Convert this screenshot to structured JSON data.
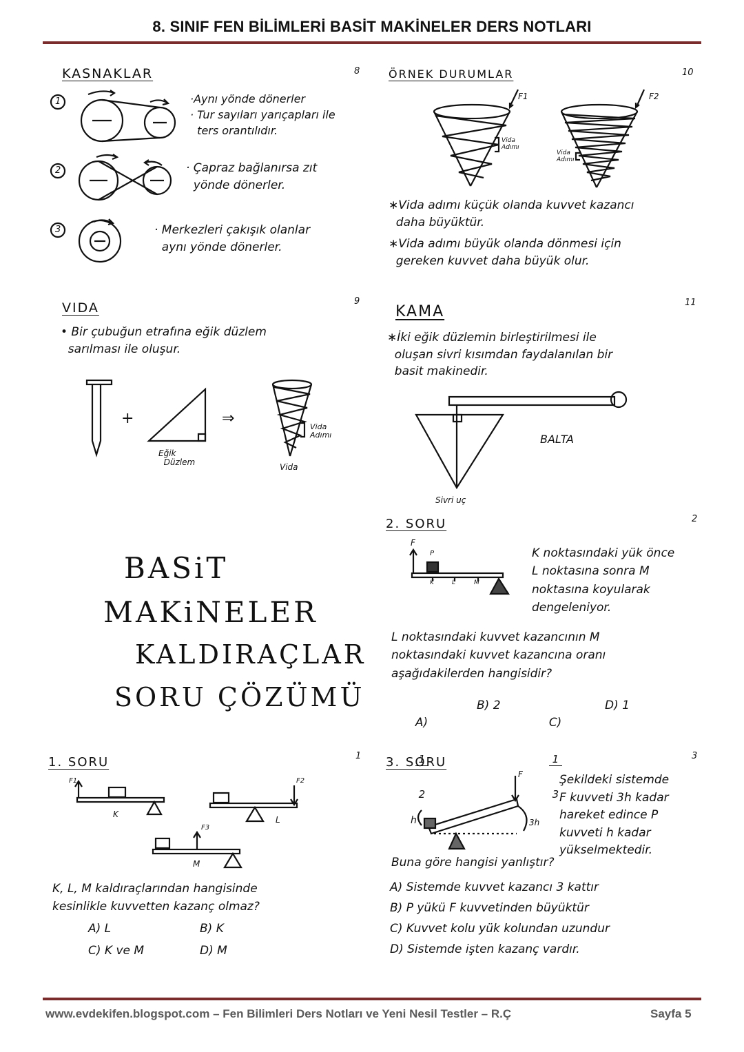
{
  "header": {
    "title": "8. SINIF FEN BİLİMLERİ BASİT MAKİNELER DERS NOTLARI"
  },
  "footer": {
    "left": "www.evdekifen.blogspot.com – Fen Bilimleri Ders Notları ve Yeni Nesil Testler – R.Ç",
    "right": "Sayfa 5"
  },
  "kasnaklar": {
    "title": "KASNAKLAR",
    "num": "8",
    "n1": "1",
    "n2": "2",
    "n3": "3",
    "t1": "·Aynı yönde dönerler\n· Tur sayıları yarıçapları ile\n  ters orantılıdır.",
    "t2": "· Çapraz bağlanırsa zıt\n  yönde dönerler.",
    "t3": "· Merkezleri çakışık olanlar\n  aynı yönde dönerler."
  },
  "ornek": {
    "title": "ÖRNEK DURUMLAR",
    "num": "10",
    "f1": "F1",
    "f2": "F2",
    "vida1": "Vida\nAdımı",
    "vida2": "Vida\nAdımı",
    "t1": "∗Vida adımı küçük olanda kuvvet kazancı\n  daha büyüktür.",
    "t2": "∗Vida adımı büyük olanda dönmesi için\n  gereken kuvvet daha büyük olur."
  },
  "vida": {
    "title": "VIDA",
    "num": "9",
    "text": "• Bir çubuğun etrafına eğik düzlem\n  sarılması ile oluşur.",
    "plus": "+",
    "arrow": "⇒",
    "egik": "Eğik\n  Düzlem",
    "vida_adimi": "Vida\nAdımı",
    "vida_lbl": "Vida"
  },
  "kama": {
    "title": "KAMA",
    "num": "11",
    "text": "∗İki eğik düzlemin birleştirilmesi ile\n  oluşan sivri kısımdan faydalanılan bir\n  basit makinedir.",
    "balta": "BALTA",
    "sivri": "Sivri uç"
  },
  "cover": {
    "l1": "BASiT",
    "l2": "MAKiNELER",
    "l3": "KALDIRAÇLAR",
    "l4": "SORU ÇÖZÜMÜ"
  },
  "soru2": {
    "title": "2. SORU",
    "num": "2",
    "f": "F",
    "p": "P",
    "k": "K",
    "l": "L",
    "m": "M",
    "text": "K noktasındaki yük önce\nL noktasına sonra M\nnoktasına koyularak\ndengeleniyor.",
    "question": "L noktasındaki kuvvet kazancının M\nnoktasındaki kuvvet kazancına oranı\naşağıdakilerden hangisidir?",
    "a": "A)",
    "a_num": "1",
    "a_den": "2",
    "b": "B) 2",
    "c": "C)",
    "c_num": "1",
    "c_den": "3",
    "d": "D) 1"
  },
  "soru1": {
    "title": "1. SORU",
    "num": "1",
    "f1": "F1",
    "f2": "F2",
    "f3": "F3",
    "k": "K",
    "l": "L",
    "m": "M",
    "question": "K, L, M kaldıraçlarından hangisinde\nkesinlikle kuvvetten kazanç olmaz?",
    "a": "A) L",
    "b": "B) K",
    "c": "C) K ve M",
    "d": "D) M"
  },
  "soru3": {
    "title": "3. SORU",
    "num": "3",
    "f": "F",
    "h": "h",
    "h3": "3h",
    "text": "Şekildeki sistemde\nF kuvveti 3h kadar\nhareket edince P\nkuvveti h kadar\nyükselmektedir.",
    "question": "Buna göre hangisi yanlıştır?",
    "a": "A) Sistemde kuvvet kazancı 3 kattır",
    "b": "B) P yükü F kuvvetinden büyüktür",
    "c": "C) Kuvvet kolu yük kolundan uzundur",
    "d": "D) Sistemde işten kazanç vardır."
  }
}
